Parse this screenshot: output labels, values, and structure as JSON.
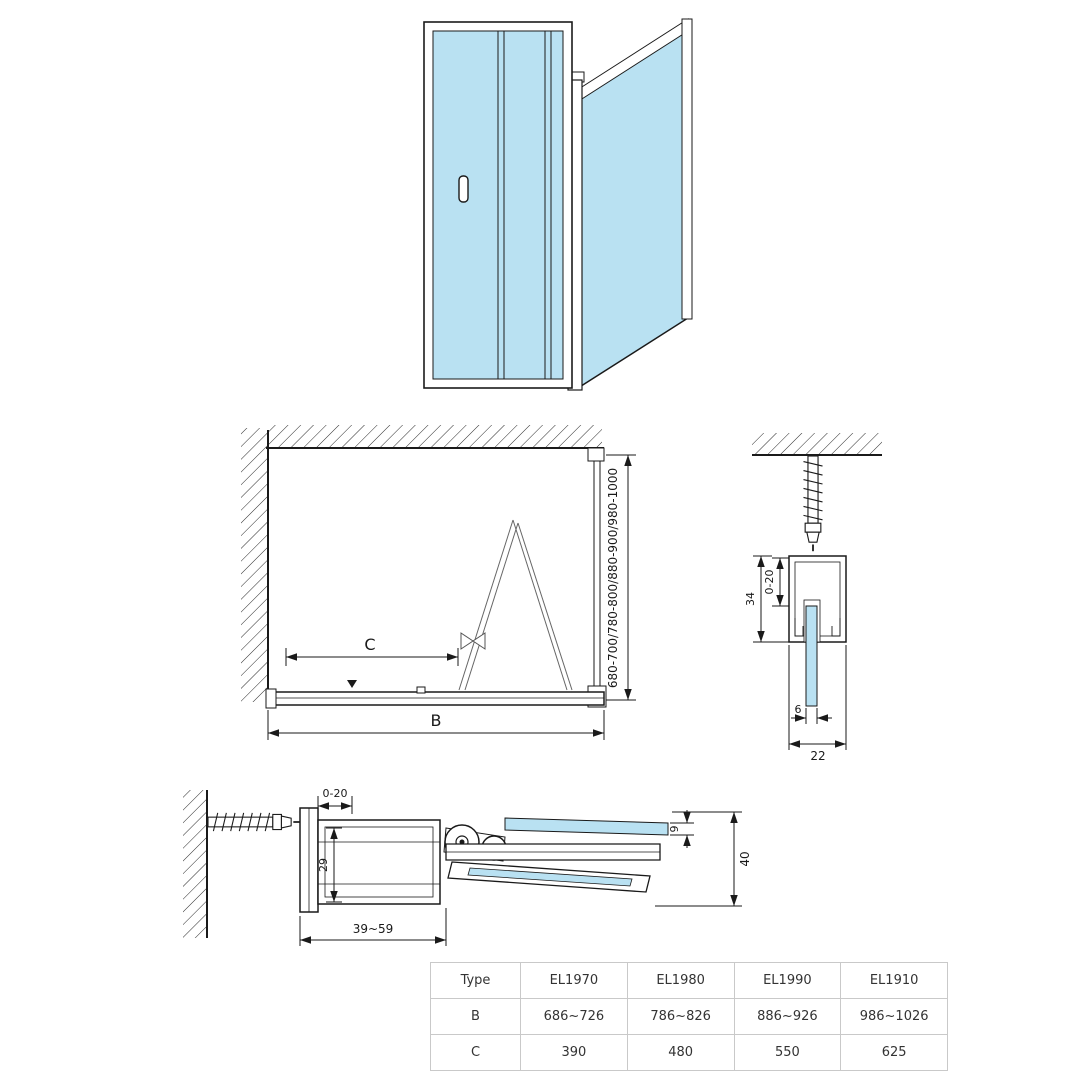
{
  "colors": {
    "glass": "#b9e1f2",
    "line": "#1a1a1a",
    "thin_line": "#666666",
    "table_border": "#c9c9c9"
  },
  "plan": {
    "width_label": "B",
    "door_width_label": "C",
    "height_range_label": "680-700/780-800/880-900/980-1000"
  },
  "wall_section": {
    "adjust_label": "0-20",
    "height_label": "34",
    "glass_label": "6",
    "width_label": "22"
  },
  "floor_section": {
    "adjust_label": "0-20",
    "depth_label": "29",
    "range_label": "39~59",
    "glass_label": "9",
    "height_label": "40"
  },
  "table": {
    "headers": [
      "Type",
      "EL1970",
      "EL1980",
      "EL1990",
      "EL1910"
    ],
    "rows": [
      {
        "label": "B",
        "values": [
          "686~726",
          "786~826",
          "886~926",
          "986~1026"
        ]
      },
      {
        "label": "C",
        "values": [
          "390",
          "480",
          "550",
          "625"
        ]
      }
    ]
  }
}
